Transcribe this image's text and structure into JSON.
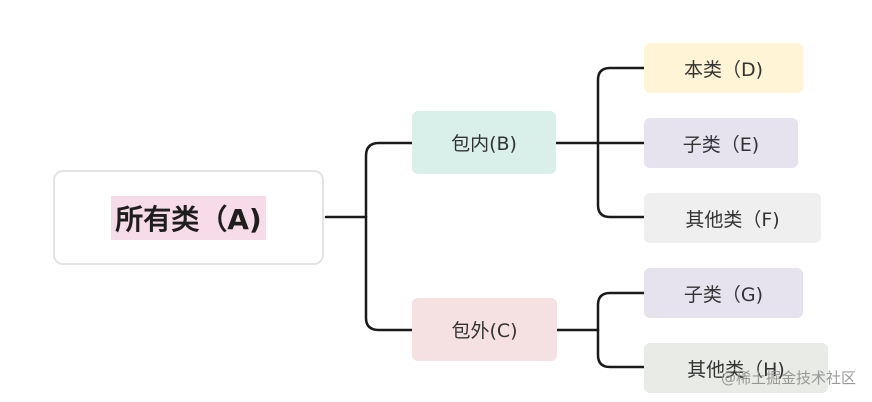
{
  "root": {
    "label": "所有类（A)",
    "bg": "#f7dbe8"
  },
  "branches": [
    {
      "label": "包内(B)",
      "bg": "#d9f0ea",
      "children": [
        {
          "label": "本类（D)",
          "bg": "#fff4d6"
        },
        {
          "label": "子类（E)",
          "bg": "#e6e3ef"
        },
        {
          "label": "其他类（F)",
          "bg": "#efefef"
        }
      ]
    },
    {
      "label": "包外(C)",
      "bg": "#f6e1e2",
      "children": [
        {
          "label": "子类（G)",
          "bg": "#e6e3ef"
        },
        {
          "label": "其他类（H)",
          "bg": "#e9ebe6"
        }
      ]
    }
  ],
  "watermark": "@稀土掘金技术社区"
}
